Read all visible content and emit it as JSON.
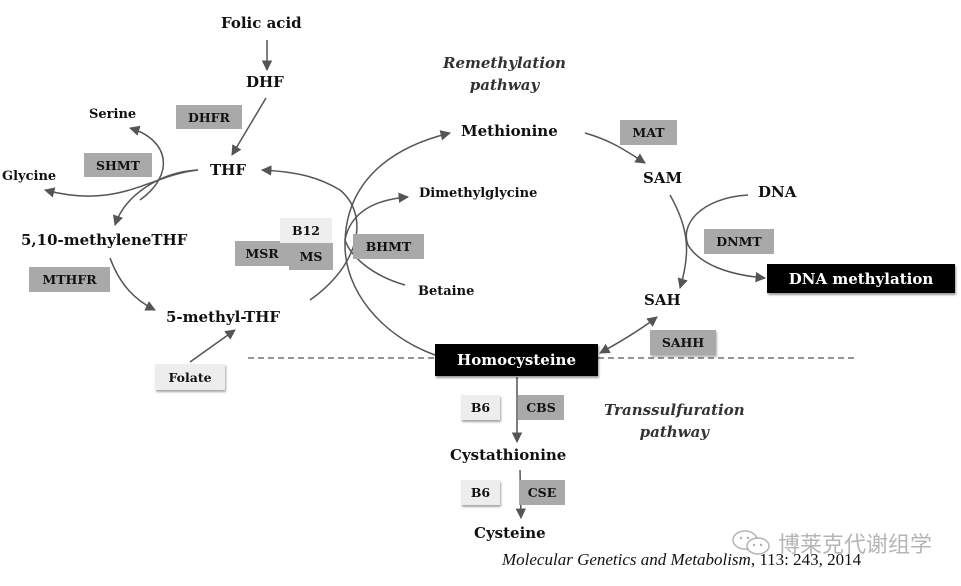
{
  "diagram": {
    "title_labels": {
      "remethylation": [
        "Remethylation",
        "pathway"
      ],
      "transsulfuration": [
        "Transsulfuration",
        "pathway"
      ]
    },
    "metabolites": {
      "folic_acid": "Folic acid",
      "dhf": "DHF",
      "thf": "THF",
      "serine": "Serine",
      "glycine": "Glycine",
      "methylene_thf": "5,10-methyleneTHF",
      "methyl_thf": "5-methyl-THF",
      "methionine": "Methionine",
      "dimethylglycine": "Dimethylglycine",
      "betaine": "Betaine",
      "sam": "SAM",
      "sah": "SAH",
      "dna": "DNA",
      "cystathionine": "Cystathionine",
      "cysteine": "Cysteine"
    },
    "highlighted": {
      "homocysteine": "Homocysteine",
      "dna_methylation": "DNA methylation"
    },
    "enzymes": {
      "dhfr": "DHFR",
      "shmt": "SHMT",
      "mthfr": "MTHFR",
      "msr": "MSR",
      "ms": "MS",
      "bhmt": "BHMT",
      "mat": "MAT",
      "dnmt": "DNMT",
      "sahh": "SAHH",
      "cbs": "CBS",
      "cse": "CSE"
    },
    "cofactors": {
      "b12": "B12",
      "folate": "Folate",
      "b6_cbs": "B6",
      "b6_cse": "B6"
    },
    "colors": {
      "enzyme_fill": "#a9a9a9",
      "cofactor_fill": "#ededed",
      "highlight_fill": "#000000",
      "arrow": "#555555"
    }
  },
  "citation": {
    "journal": "Molecular Genetics and Metabolism",
    "details": ", 113: 243, 2014"
  },
  "watermark": {
    "text": "博莱克代谢组学",
    "icon": "wechat-icon"
  }
}
